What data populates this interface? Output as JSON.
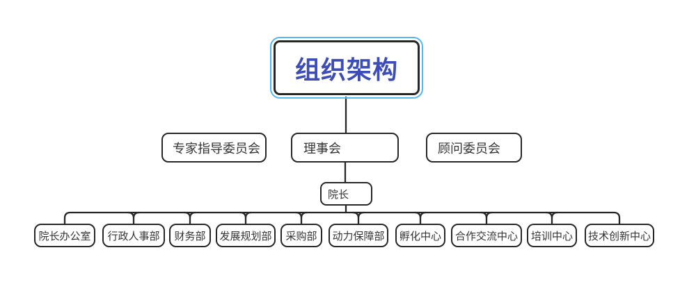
{
  "diagram": {
    "root": {
      "label": "组织架构",
      "selected": true
    },
    "committees": [
      {
        "label": "专家指导委员会"
      },
      {
        "label": "理事会"
      },
      {
        "label": "顾问委员会"
      }
    ],
    "dean": {
      "label": "院长"
    },
    "departments": [
      {
        "label": "院长办公室"
      },
      {
        "label": "行政人事部"
      },
      {
        "label": "财务部"
      },
      {
        "label": "发展规划部"
      },
      {
        "label": "采购部"
      },
      {
        "label": "动力保障部"
      },
      {
        "label": "孵化中心"
      },
      {
        "label": "合作交流中心"
      },
      {
        "label": "培训中心"
      },
      {
        "label": "技术创新中心"
      }
    ],
    "colors": {
      "root_text": "#3d4db7",
      "selection_border": "#54b7f0",
      "box_border": "#262626",
      "connector_line": "#262626",
      "body_text": "#333333",
      "background": "#ffffff"
    }
  }
}
